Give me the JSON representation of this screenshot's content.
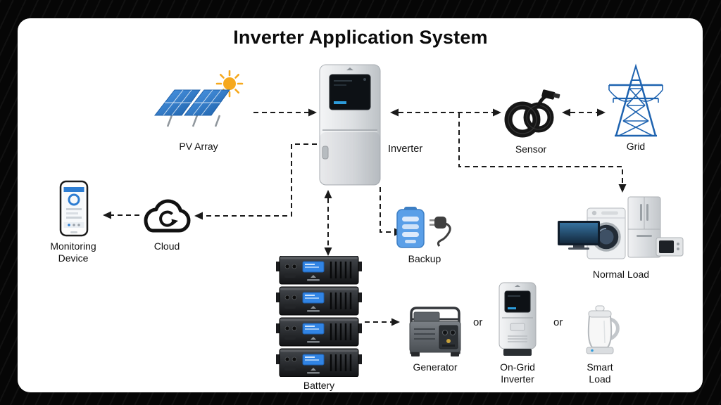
{
  "title": "Inverter Application System",
  "colors": {
    "background": "#060606",
    "panel": "#ffffff",
    "connector": "#1a1a1a",
    "solar_blue": "#2b7cd3",
    "grid_blue": "#1e63b0",
    "backup_blue": "#5a9fe8",
    "battery_lcd_blue": "#3184e4",
    "sun_orange": "#f6a81c"
  },
  "nodes": {
    "pv_array": {
      "label": "PV Array"
    },
    "inverter": {
      "label": "Inverter"
    },
    "sensor": {
      "label": "Sensor"
    },
    "grid": {
      "label": "Grid"
    },
    "monitoring_device": {
      "label": "Monitoring Device"
    },
    "cloud": {
      "label": "Cloud"
    },
    "backup": {
      "label": "Backup"
    },
    "normal_load": {
      "label": "Normal Load"
    },
    "battery": {
      "label": "Battery"
    },
    "generator": {
      "label": "Generator"
    },
    "on_grid_inverter": {
      "label": "On-Grid Inverter"
    },
    "smart_load": {
      "label": "Smart Load"
    }
  },
  "or_labels": [
    "or",
    "or"
  ],
  "edges": [
    {
      "from": "PV Array",
      "to": "Inverter",
      "arrows": "forward",
      "style": "dashed"
    },
    {
      "from": "Inverter",
      "to": "Sensor",
      "arrows": "both",
      "style": "dashed"
    },
    {
      "from": "Sensor",
      "to": "Grid",
      "arrows": "both",
      "style": "dashed"
    },
    {
      "from": "Inverter",
      "to": "Battery",
      "arrows": "both",
      "style": "dashed"
    },
    {
      "from": "Inverter",
      "to": "Backup",
      "arrows": "forward",
      "style": "dashed"
    },
    {
      "from": "Inverter",
      "to": "Cloud",
      "arrows": "forward",
      "style": "dashed"
    },
    {
      "from": "Cloud",
      "to": "Monitoring Device",
      "arrows": "forward",
      "style": "dashed"
    },
    {
      "from": "Inverter-Sensor line",
      "to": "Normal Load",
      "arrows": "forward",
      "style": "dashed"
    },
    {
      "from": "Battery",
      "to": "Generator",
      "arrows": "forward",
      "style": "dashed",
      "note": "Generator or On-Grid Inverter or Smart Load"
    }
  ]
}
